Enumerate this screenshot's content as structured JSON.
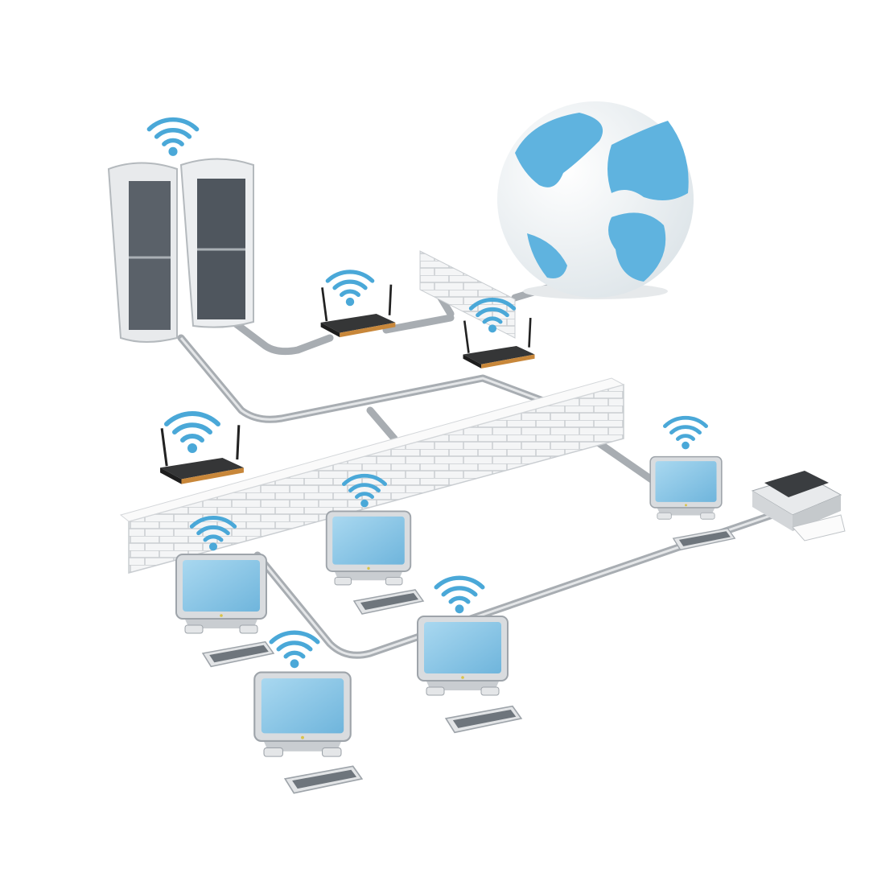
{
  "colors": {
    "background": "#ffffff",
    "wifi": "#4aa8d8",
    "screen": "#8ec8e8",
    "ocean": "#bfe0f2",
    "land": "#5fb3df",
    "cable": "#a8adb2",
    "brick": "#f2f3f4",
    "router": "#2b2b2b",
    "router_trim": "#c8873a",
    "server": "#e8eaec",
    "server_glass": "#5a6169"
  },
  "icons": [
    "wifi-icon",
    "server-icon",
    "router-icon",
    "globe-icon",
    "firewall-icon",
    "computer-icon",
    "keyboard-icon",
    "printer-icon"
  ],
  "nodes": {
    "servers": 2,
    "routers": 3,
    "computers": 5,
    "printers": 1,
    "firewalls": 2
  }
}
